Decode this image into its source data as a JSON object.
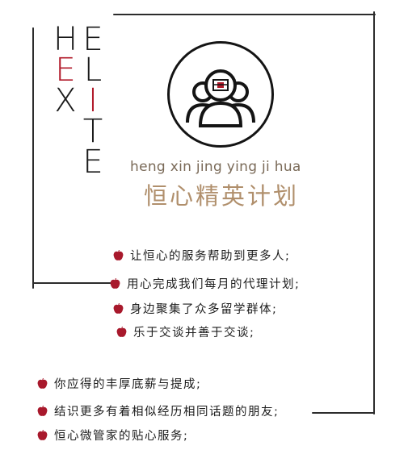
{
  "logo": {
    "letters_col1": [
      "H",
      "E",
      "X"
    ],
    "letters_col2": [
      "E",
      "L",
      "I",
      "T",
      "E"
    ],
    "accent_color": "#b11a2a",
    "icon": "people-group-icon"
  },
  "pinyin": "heng xin jing  ying ji hua",
  "title": "恒心精英计划",
  "upper_items": [
    "让恒心的服务帮助到更多人;",
    "用心完成我们每月的代理计划;",
    "身边聚集了众多留学群体;",
    "乐于交谈并善于交谈;"
  ],
  "lower_items": [
    "你应得的丰厚底薪与提成;",
    "结识更多有着相似经历相同话题的朋友;",
    "恒心微管家的贴心服务;"
  ],
  "colors": {
    "title": "#b08f6c",
    "pinyin": "#7a6a58",
    "bullet": "#a8192c",
    "frame": "#2c2c2c"
  }
}
